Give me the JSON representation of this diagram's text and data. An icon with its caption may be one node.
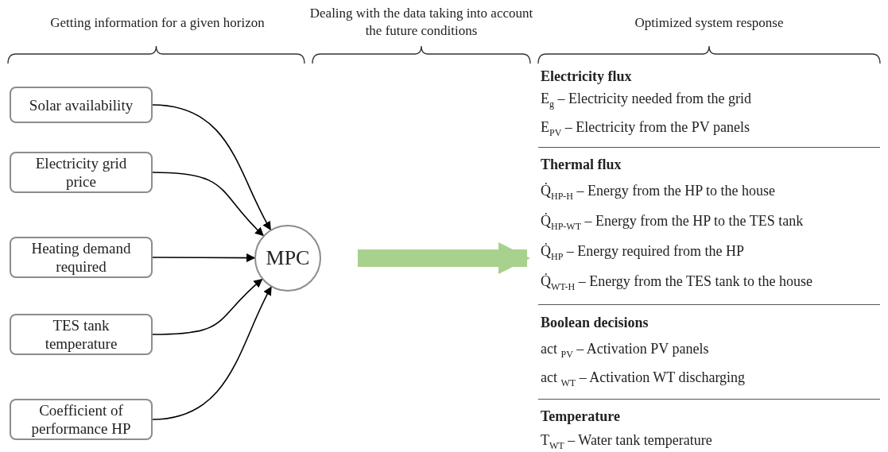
{
  "diagram": {
    "nodes": [
      {
        "text": [
          "Solar availability"
        ]
      },
      {
        "text": [
          "Electricity grid price"
        ]
      },
      {
        "text": [
          "Heating demand required"
        ]
      },
      {
        "text": [
          "TES tank temperature"
        ]
      },
      {
        "text": [
          "Coefficient of performance HP"
        ]
      },
      {
        "text": [
          "MPC"
        ]
      },
      {
        "text": [
          "Electricity flux",
          "E$_{g}$ – Electricity needed from the grid",
          "E$_{PV}$ – Electricity from the PV panels",
          "Thermal flux",
          "Q̇$_{HP-H}$ – Energy from the HP to the house",
          "Q̇$_{HP-WT}$ – Energy from the HP to the TES tank",
          "Q̇$_{HP}$ – Energy required from the HP",
          "Q̇$_{WT-H}$ – Energy from the TES tank to the house",
          "Boolean decisions",
          "act $_{PV}$ – Activation PV panels",
          "act $_{WT}$ – Activation WT discharging",
          "Temperature",
          "T$_{WT}$ – Water tank temperature"
        ]
      }
    ],
    "edges": [
      {
        "from": 0,
        "to": 5,
        "arrow": "to"
      },
      {
        "from": 1,
        "to": 5,
        "arrow": "to"
      },
      {
        "from": 2,
        "to": 5,
        "arrow": "to"
      },
      {
        "from": 3,
        "to": 5,
        "arrow": "to"
      },
      {
        "from": 4,
        "to": 5,
        "arrow": "to"
      },
      {
        "from": 5,
        "to": 6,
        "arrow": "to",
        "style": "thick",
        "color": "#a9d18e"
      }
    ],
    "labels": [
      "Getting information for a given horizon",
      "Dealing with the data taking into account the future conditions",
      "Optimized system response"
    ]
  }
}
